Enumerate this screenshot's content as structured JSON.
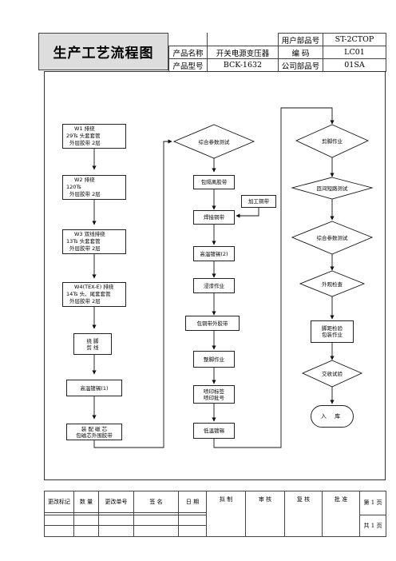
{
  "header": {
    "title": "生产工艺流程图",
    "rows": [
      {
        "l1": "",
        "v1": "",
        "l2": "用户部品号",
        "v2": "ST-2CTOP"
      },
      {
        "l1": "产品名称",
        "v1": "开关电源变压器",
        "l2": "编    码",
        "v2": "LC01"
      },
      {
        "l1": "产品型号",
        "v1": "BCK-1632",
        "l2": "公司部品号",
        "v2": "01SA"
      }
    ]
  },
  "flow": {
    "col1": [
      {
        "title": "W1    排绕",
        "line1": "29Ts  头套套管",
        "line2": "外层胶带  2层"
      },
      {
        "title": "W2    排绕",
        "line1": "   120Ts",
        "line2": "外层胶带  2层"
      },
      {
        "title": "W3    双线排绕",
        "line1": "13Ts    头套套管",
        "line2": "外层胶带  2层"
      },
      {
        "title": "W4(TEX-E)  排绕",
        "line1": "14Ts  头、尾套套管",
        "line2": "外层胶带  2层"
      }
    ],
    "col1_after": {
      "twist": [
        "绕    脚",
        "剪    线"
      ],
      "tin1": "高温镀锡(1)",
      "assemble": [
        "装 配 磁 芯",
        "包磁芯外围胶带"
      ]
    },
    "col2": {
      "param_test": "综合参数测试",
      "wrap_tape": "包隔离胶带",
      "solder_foil": "焊接铜带",
      "process_foil": "加工铜带",
      "tin2": "高温镀锡(2)",
      "varnish": "浸漆作业",
      "wrap_foil": "包铜带外胶带",
      "trim_pin": "整脚作业",
      "print": [
        "喷印标签",
        "喷印批号"
      ],
      "tin_low": "低温镀锡"
    },
    "col3": {
      "cut_pin": "剪脚作业",
      "short_test": "匝间短路测试",
      "param_test": "综合参数测试",
      "visual": "外观检查",
      "pack": [
        "脚距检验",
        "包装作业"
      ],
      "accept": "交收试验",
      "stock": "入  库"
    }
  },
  "footer": {
    "headers": [
      "更改标记",
      "数  量",
      "更改单号",
      "签      名",
      "日  期",
      "拟      制",
      "审      核",
      "复      核",
      "批      准"
    ],
    "page_current": "第  1 页",
    "page_total": "共  1 页"
  }
}
